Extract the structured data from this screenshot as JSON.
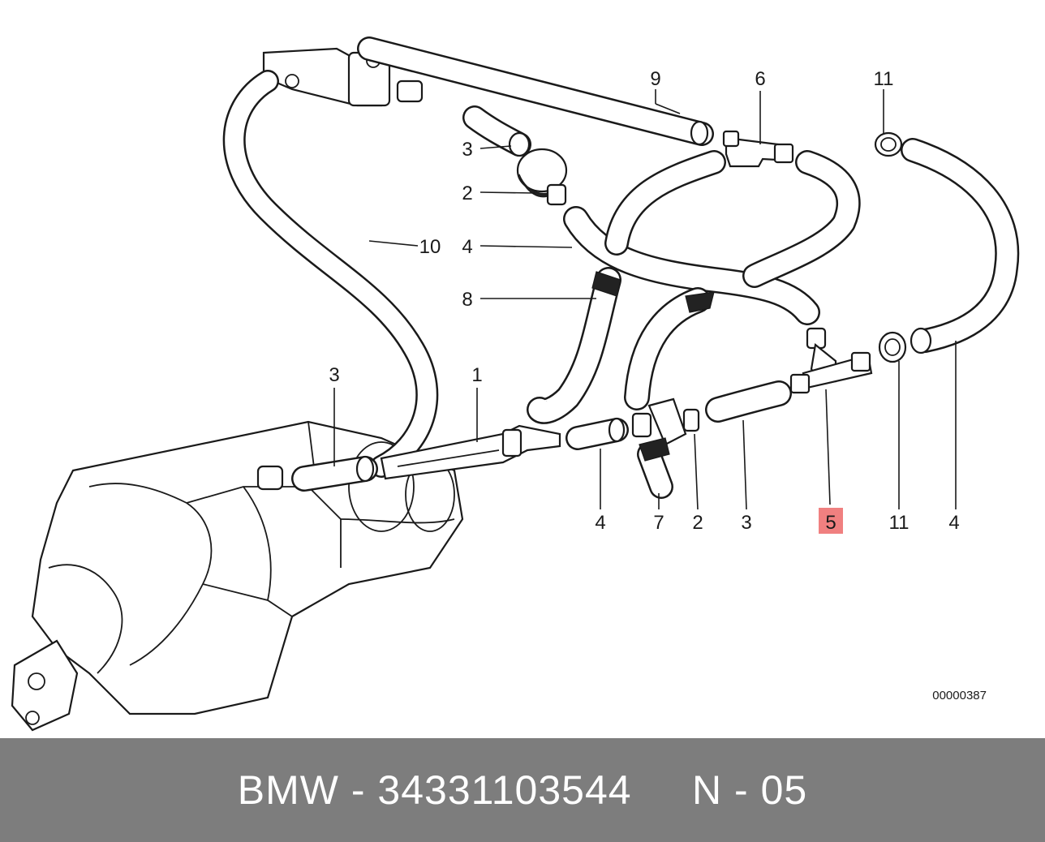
{
  "diagram": {
    "callouts": [
      {
        "id": "c9",
        "label": "9"
      },
      {
        "id": "c6",
        "label": "6"
      },
      {
        "id": "c11a",
        "label": "11"
      },
      {
        "id": "c3a",
        "label": "3"
      },
      {
        "id": "c2a",
        "label": "2"
      },
      {
        "id": "c10",
        "label": "10"
      },
      {
        "id": "c4a",
        "label": "4"
      },
      {
        "id": "c8",
        "label": "8"
      },
      {
        "id": "c3b",
        "label": "3"
      },
      {
        "id": "c1",
        "label": "1"
      },
      {
        "id": "c4b",
        "label": "4"
      },
      {
        "id": "c7",
        "label": "7"
      },
      {
        "id": "c2b",
        "label": "2"
      },
      {
        "id": "c3c",
        "label": "3"
      },
      {
        "id": "c5",
        "label": "5"
      },
      {
        "id": "c11b",
        "label": "11"
      },
      {
        "id": "c4c",
        "label": "4"
      }
    ],
    "highlight_color": "#f08080",
    "drawing_code": "00000387"
  },
  "footer": {
    "text": "BMW - 34331103544     N - 05",
    "background": "#7d7d7d"
  }
}
